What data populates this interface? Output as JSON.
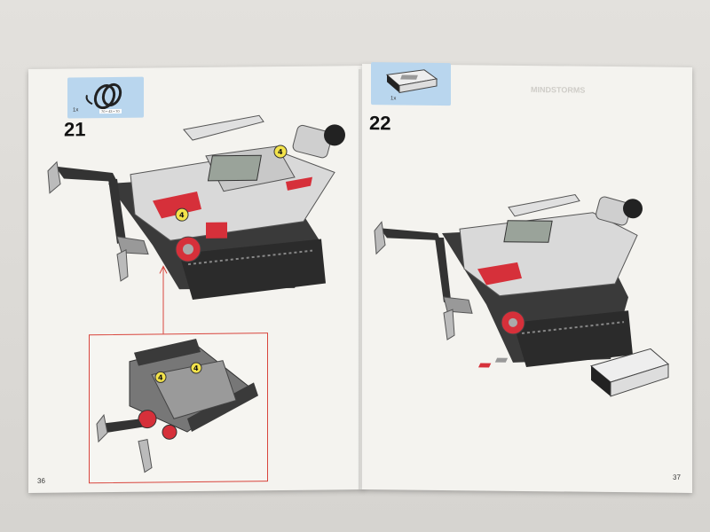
{
  "left_page": {
    "callout": {
      "qty": "1x",
      "part_label": "70 • 43 • 70"
    },
    "step_number": "21",
    "page_number": "36",
    "badges": [
      "4",
      "4"
    ],
    "inset_badges": [
      "4",
      "4"
    ]
  },
  "right_page": {
    "callout": {
      "qty": "1x"
    },
    "step_number": "22",
    "page_number": "37",
    "faded_heading": "MINDSTORMS"
  },
  "colors": {
    "callout_bg": "#b9d6ee",
    "inset_border": "#d8443c",
    "badge": "#f3e34b",
    "accent_red": "#d6303a"
  }
}
